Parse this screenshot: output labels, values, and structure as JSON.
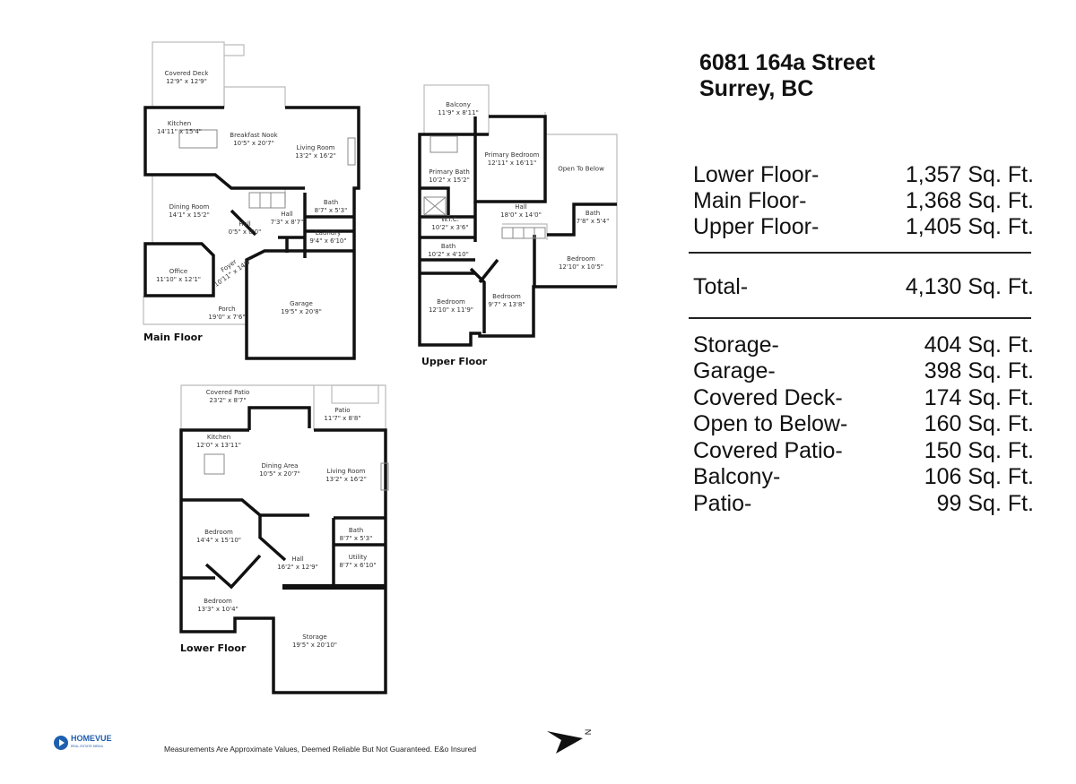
{
  "address": {
    "line1": "6081 164a Street",
    "line2": "Surrey, BC"
  },
  "floor_areas": [
    {
      "label": "Lower Floor-",
      "value": "1,357 Sq. Ft."
    },
    {
      "label": "Main Floor-",
      "value": "1,368 Sq. Ft."
    },
    {
      "label": "Upper Floor-",
      "value": "1,405 Sq. Ft."
    }
  ],
  "total": {
    "label": "Total-",
    "value": "4,130 Sq. Ft."
  },
  "other_areas": [
    {
      "label": "Storage-",
      "value": "404 Sq. Ft."
    },
    {
      "label": "Garage-",
      "value": "398 Sq. Ft."
    },
    {
      "label": "Covered Deck-",
      "value": "174 Sq. Ft."
    },
    {
      "label": "Open to Below-",
      "value": "160 Sq. Ft."
    },
    {
      "label": "Covered Patio-",
      "value": "150 Sq. Ft."
    },
    {
      "label": "Balcony-",
      "value": "106 Sq. Ft."
    },
    {
      "label": "Patio-",
      "value": "99 Sq. Ft."
    }
  ],
  "main_floor": {
    "label": "Main Floor",
    "rooms": [
      {
        "name": "Covered Deck",
        "dims": "12'9\" x 12'9\""
      },
      {
        "name": "Kitchen",
        "dims": "14'11\" x 15'4\""
      },
      {
        "name": "Breakfast Nook",
        "dims": "10'5\" x 20'7\""
      },
      {
        "name": "Living Room",
        "dims": "13'2\" x 16'2\""
      },
      {
        "name": "Dining Room",
        "dims": "14'1\" x 15'2\""
      },
      {
        "name": "Hall",
        "dims": "0'5\" x 0'0\""
      },
      {
        "name": "Hall",
        "dims": "7'3\" x 8'7\""
      },
      {
        "name": "Bath",
        "dims": "8'7\" x 5'3\""
      },
      {
        "name": "Laundry",
        "dims": "9'4\" x 6'10\""
      },
      {
        "name": "Foyer",
        "dims": "10'11\" x 14'9\""
      },
      {
        "name": "Office",
        "dims": "11'10\" x 12'1\""
      },
      {
        "name": "Porch",
        "dims": "19'0\" x 7'6\""
      },
      {
        "name": "Garage",
        "dims": "19'5\" x 20'8\""
      }
    ]
  },
  "upper_floor": {
    "label": "Upper Floor",
    "rooms": [
      {
        "name": "Balcony",
        "dims": "11'9\" x 8'11\""
      },
      {
        "name": "Primary Bedroom",
        "dims": "12'11\" x 16'11\""
      },
      {
        "name": "Open To Below",
        "dims": ""
      },
      {
        "name": "Primary Bath",
        "dims": "10'2\" x 15'2\""
      },
      {
        "name": "Hall",
        "dims": "18'0\" x 14'0\""
      },
      {
        "name": "Bath",
        "dims": "7'8\" x 5'4\""
      },
      {
        "name": "W.I.C.",
        "dims": "10'2\" x 3'6\""
      },
      {
        "name": "Bath",
        "dims": "10'2\" x 4'10\""
      },
      {
        "name": "Bedroom",
        "dims": "12'10\" x 10'5\""
      },
      {
        "name": "Bedroom",
        "dims": "9'7\" x 13'8\""
      },
      {
        "name": "Bedroom",
        "dims": "12'10\" x 11'9\""
      }
    ]
  },
  "lower_floor": {
    "label": "Lower Floor",
    "rooms": [
      {
        "name": "Covered Patio",
        "dims": "23'2\" x 8'7\""
      },
      {
        "name": "Patio",
        "dims": "11'7\" x 8'8\""
      },
      {
        "name": "Kitchen",
        "dims": "12'0\" x 13'11\""
      },
      {
        "name": "Dining Area",
        "dims": "10'5\" x 20'7\""
      },
      {
        "name": "Living Room",
        "dims": "13'2\" x 16'2\""
      },
      {
        "name": "Bedroom",
        "dims": "14'4\" x 15'10\""
      },
      {
        "name": "Bath",
        "dims": "8'7\" x 5'3\""
      },
      {
        "name": "Hall",
        "dims": "16'2\" x 12'9\""
      },
      {
        "name": "Utility",
        "dims": "8'7\" x 6'10\""
      },
      {
        "name": "Bedroom",
        "dims": "13'3\" x 10'4\""
      },
      {
        "name": "Storage",
        "dims": "19'5\" x 20'10\""
      }
    ]
  },
  "footer": {
    "logo_text": "HOMEVUE",
    "logo_sub": "REAL ESTATE MEDIA",
    "disclaimer": "Measurements Are Approximate Values, Deemed Reliable But Not Guaranteed. E&o Insured",
    "north_letter": "N"
  },
  "colors": {
    "walls": "#111111",
    "brand": "#1f5fae"
  }
}
